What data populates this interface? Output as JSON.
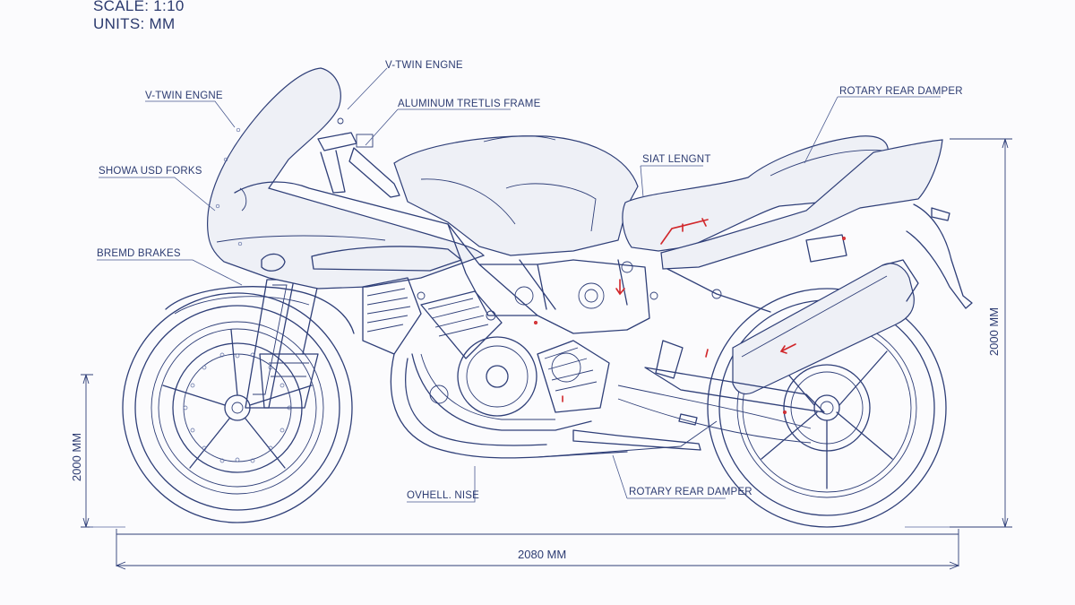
{
  "header": {
    "scale": "SCALE: 1:10",
    "units": "UNITS: MM"
  },
  "callouts": {
    "vtwin_top": "V-TWIN ENGNE",
    "vtwin_left": "V-TWIN ENGNE",
    "frame": "ALUMINUM TRETLIS FRAME",
    "rear_damper_top": "ROTARY REAR DAMPER",
    "seat": "SIAT LENGNT",
    "forks": "SHOWA USD FORKS",
    "brakes": "BREMD BRAKES",
    "overall": "OVHELL. NISE",
    "rear_damper_bottom": "ROTARY REAR DAMPER"
  },
  "dimensions": {
    "length": "2080 MM",
    "height_left": "2000 MM",
    "height_right": "2000 MM"
  },
  "colors": {
    "line": "#2f3f78",
    "annotation_red": "#d1262a",
    "paper": "#fbfbfd"
  }
}
